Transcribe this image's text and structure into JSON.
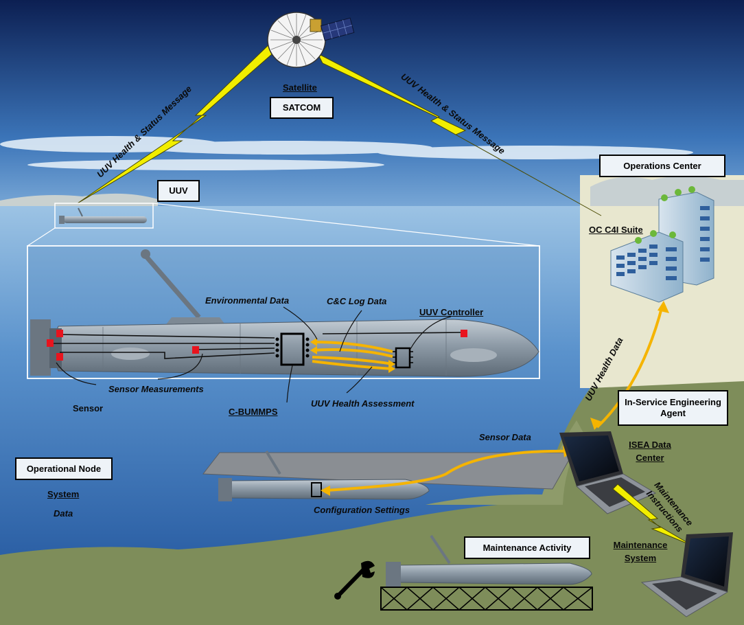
{
  "satellite": {
    "label": "Satellite",
    "box": "SATCOM"
  },
  "links": {
    "left_message": "UUV Health & Status Message",
    "right_message": "UUV Health & Status Message"
  },
  "uuv": {
    "box": "UUV"
  },
  "operations": {
    "box": "Operations Center",
    "suite": "OC C4I Suite"
  },
  "detail": {
    "environmental": "Environmental Data",
    "cc_log": "C&C Log Data",
    "controller": "UUV Controller",
    "sensor_measurements": "Sensor Measurements",
    "sensor": "Sensor",
    "cbummps": "C-BUMMPS",
    "health_assessment": "UUV Health Assessment"
  },
  "isea": {
    "box": "In-Service Engineering Agent",
    "data_center": "ISEA Data Center",
    "health_data": "UUV Health Data"
  },
  "flows": {
    "sensor_data": "Sensor Data",
    "config": "Configuration Settings",
    "maintenance_instructions": "Maintenance Instructions"
  },
  "node": {
    "box": "Operational Node",
    "system": "System",
    "data": "Data"
  },
  "maintenance": {
    "box": "Maintenance Activity",
    "system": "Maintenance System"
  },
  "colors": {
    "link_yellow": "#f2ee00",
    "flow_orange": "#f5b400",
    "sensor_red": "#e8141e",
    "land": "#7e8d5a",
    "water": "#1f5fa6"
  }
}
